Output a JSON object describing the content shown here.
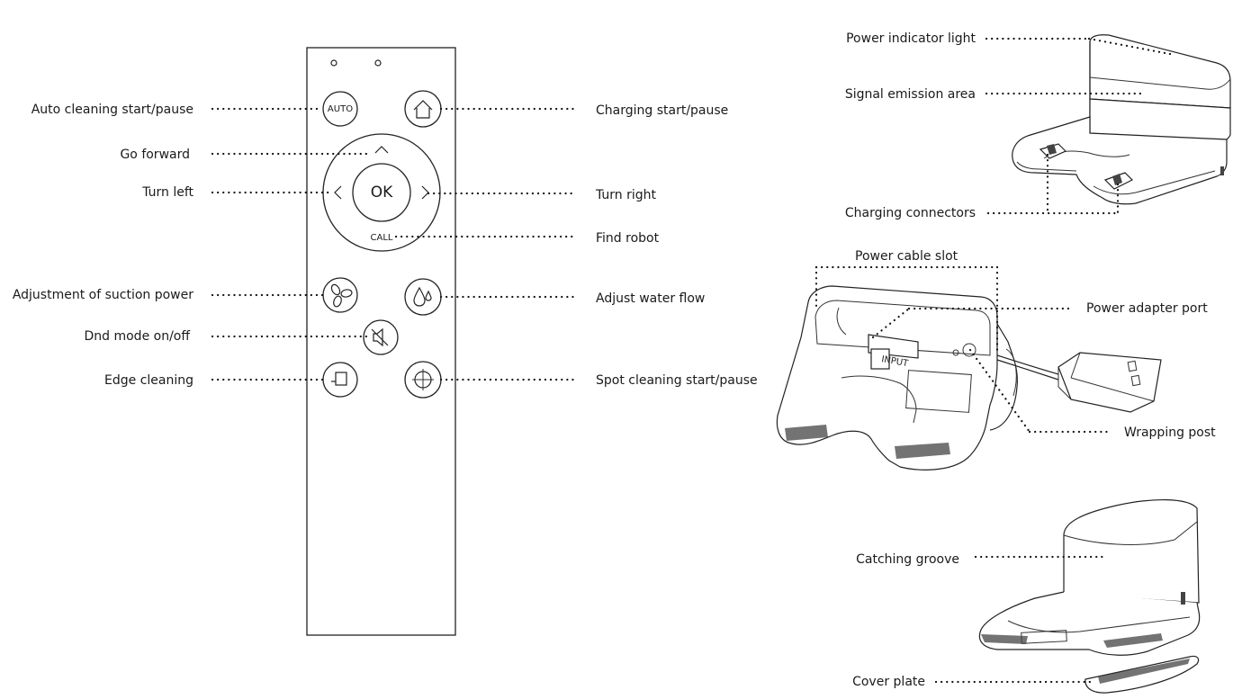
{
  "remote": {
    "auto_text": "AUTO",
    "ok_text": "OK",
    "call_text": "CALL",
    "labels_left": {
      "auto": "Auto cleaning start/pause",
      "forward": "Go forward",
      "turn_left": "Turn left",
      "suction": "Adjustment of  suction power",
      "dnd": "Dnd mode on/off",
      "edge": "Edge cleaning"
    },
    "labels_right": {
      "charging": "Charging start/pause",
      "turn_right": "Turn right",
      "find_robot": "Find robot",
      "water": "Adjust water flow",
      "spot": "Spot cleaning start/pause"
    }
  },
  "dock": {
    "power_indicator": "Power indicator light",
    "signal_area": "Signal emission area",
    "charging_connectors": "Charging connectors",
    "power_cable_slot": "Power cable slot",
    "power_adapter_port": "Power adapter port",
    "wrapping_post": "Wrapping post",
    "input_text": "INPUT",
    "catching_groove": "Catching groove",
    "cover_plate": "Cover plate"
  }
}
